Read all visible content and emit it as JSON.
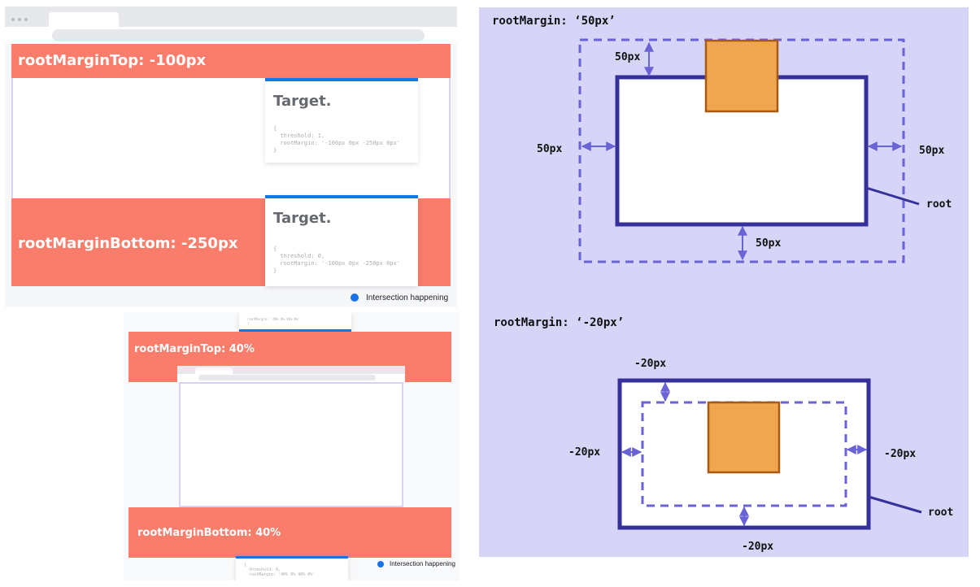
{
  "panel1": {
    "margin_top_label": "rootMarginTop: -100px",
    "margin_bottom_label": "rootMarginBottom: -250px",
    "card1": {
      "title": "Target.",
      "code": "{\n  threshold: 1,\n  rootMargin: '-100px 0px -250px 0px'\n}"
    },
    "card2": {
      "title": "Target.",
      "code": "{\n  threshold: 0,\n  rootMargin: '-100px 0px -250px 0px'\n}"
    },
    "legend": "Intersection happening"
  },
  "panel2": {
    "top_code": "rootMargin: '40% 0% 40% 0%'\n}",
    "margin_top_label": "rootMarginTop: 40%",
    "margin_bottom_label": "rootMarginBottom: 40%",
    "bottom_code": "{\n  threshold: 0,\n  rootMargin: '40% 0% 40% 0%'",
    "legend": "Intersection happening"
  },
  "diagram1": {
    "title": "rootMargin: ‘50px’",
    "top_label": "50px",
    "left_label": "50px",
    "right_label": "50px",
    "bottom_label": "50px",
    "root_label": "root"
  },
  "diagram2": {
    "title": "rootMargin: ‘-20px’",
    "top_label": "-20px",
    "left_label": "-20px",
    "right_label": "-20px",
    "bottom_label": "-20px",
    "root_label": "root"
  },
  "colors": {
    "coral": "#fa7d6c",
    "blue": "#1a73e8",
    "lavender": "#d6d5f8",
    "root_border": "#35309a",
    "dashed": "#6a63d6",
    "target_fill": "#f0a64f",
    "target_border": "#a85a12"
  }
}
